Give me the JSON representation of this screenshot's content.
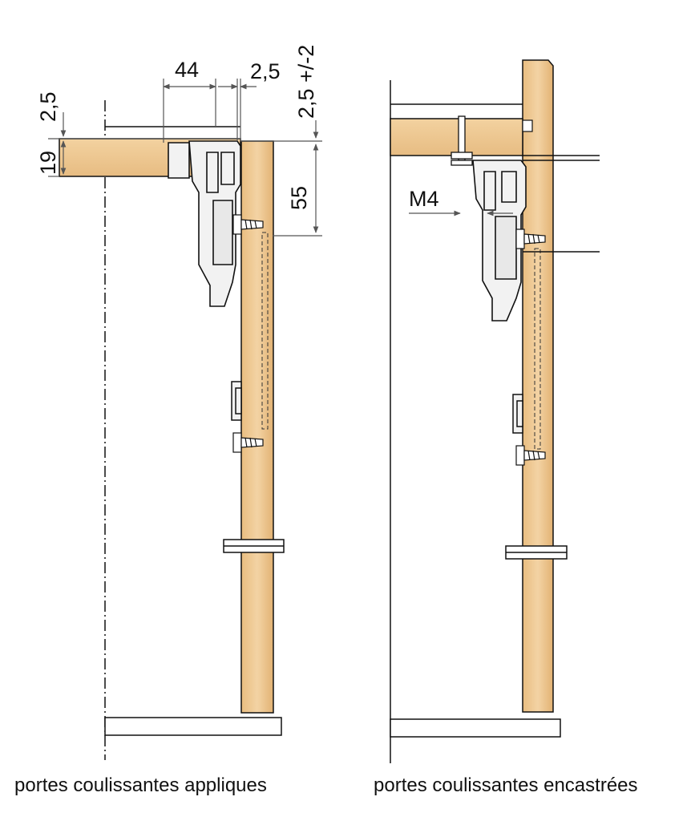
{
  "dimensions": {
    "d_44": "44",
    "d_2_5_top": "2,5",
    "d_2_5_pm2": "2,5 +/-2",
    "d_2_5_left": "2,5",
    "d_19": "19",
    "d_55": "55",
    "d_m4": "M4"
  },
  "captions": {
    "left": "portes coulissantes appliques",
    "right": "portes coulissantes encastrées"
  },
  "colors": {
    "wood": "#efc892",
    "wood_dark": "#d9a86a",
    "line": "#111111",
    "dim_line": "#444444",
    "metal": "#e6e6e6"
  }
}
